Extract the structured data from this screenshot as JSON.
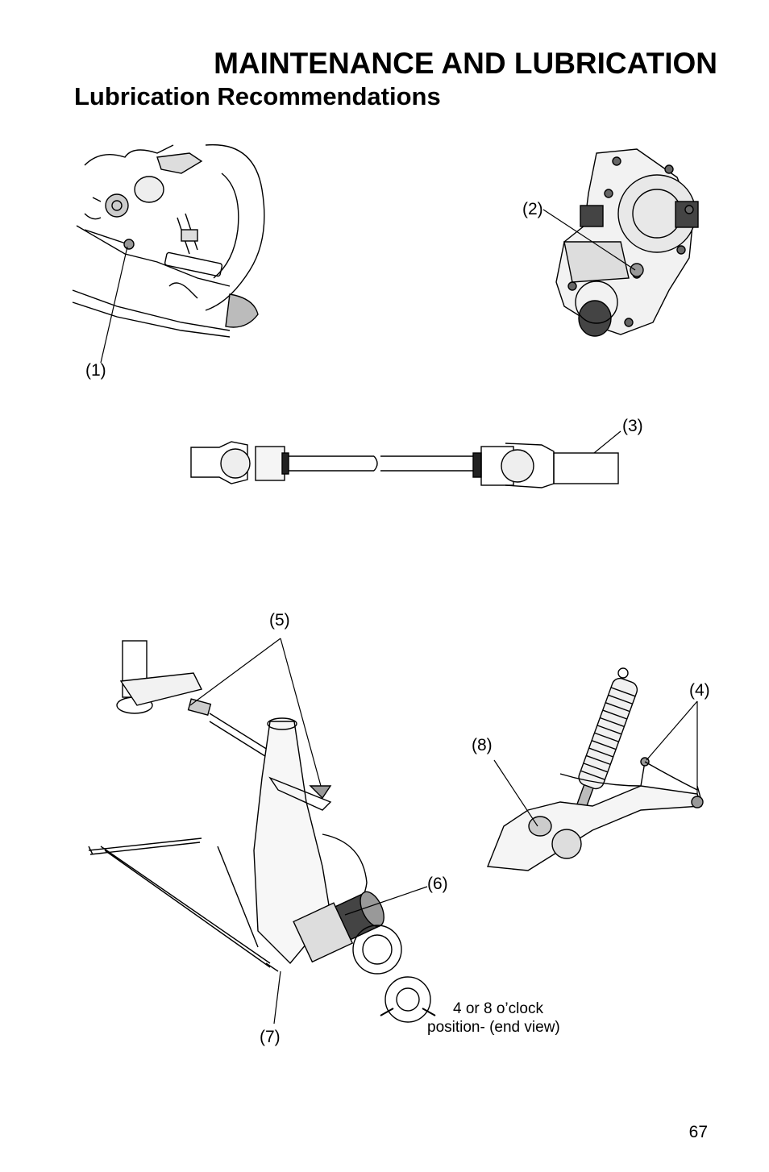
{
  "header": {
    "title": "MAINTENANCE AND LUBRICATION",
    "subtitle": "Lubrication Recommendations"
  },
  "callouts": {
    "c1": "(1)",
    "c2": "(2)",
    "c3": "(3)",
    "c4": "(4)",
    "c5": "(5)",
    "c6": "(6)",
    "c7": "(7)",
    "c8": "(8)"
  },
  "note": {
    "line1": "4 or 8 o’clock",
    "line2": "position- (end view)"
  },
  "page_number": "67"
}
